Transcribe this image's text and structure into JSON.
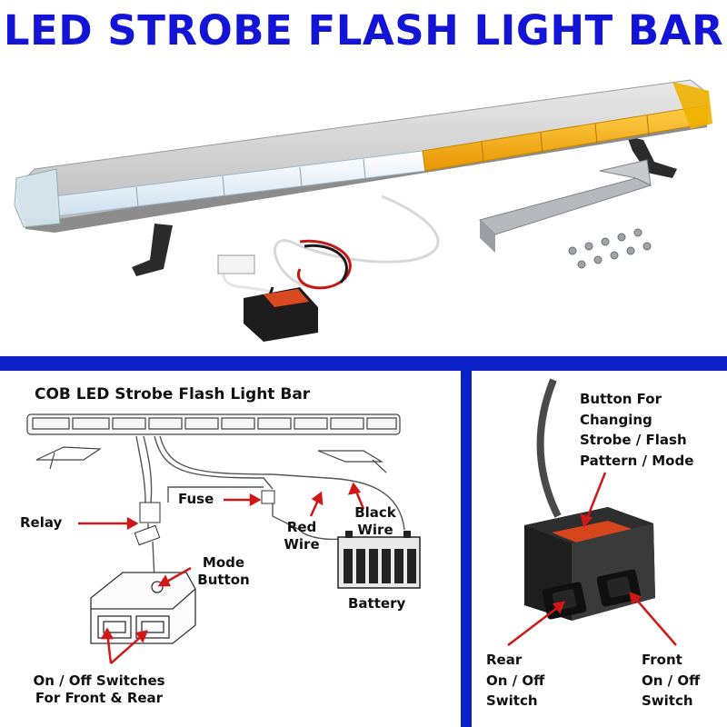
{
  "header": {
    "title": "LED STROBE FLASH LIGHT BAR"
  },
  "diagram": {
    "title": "COB LED Strobe Flash Light Bar",
    "labels": {
      "fuse": "Fuse",
      "relay": "Relay",
      "red_wire_line1": "Red",
      "red_wire_line2": "Wire",
      "black_wire_line1": "Black",
      "black_wire_line2": "Wire",
      "mode_button_line1": "Mode",
      "mode_button_line2": "Button",
      "battery": "Battery",
      "switches_line1": "On / Off Switches",
      "switches_line2": "For Front & Rear"
    }
  },
  "controller": {
    "button_label_lines": [
      "Button For",
      "Changing",
      "Strobe / Flash",
      "Pattern / Mode"
    ],
    "rear_switch_lines": [
      "Rear",
      "On / Off",
      "Switch"
    ],
    "front_switch_lines": [
      "Front",
      "On / Off",
      "Switch"
    ]
  },
  "colors": {
    "title_blue": "#1414d6",
    "divider_blue": "#0a20c8",
    "amber": "#f5a800",
    "pointer_red": "#d01818"
  }
}
